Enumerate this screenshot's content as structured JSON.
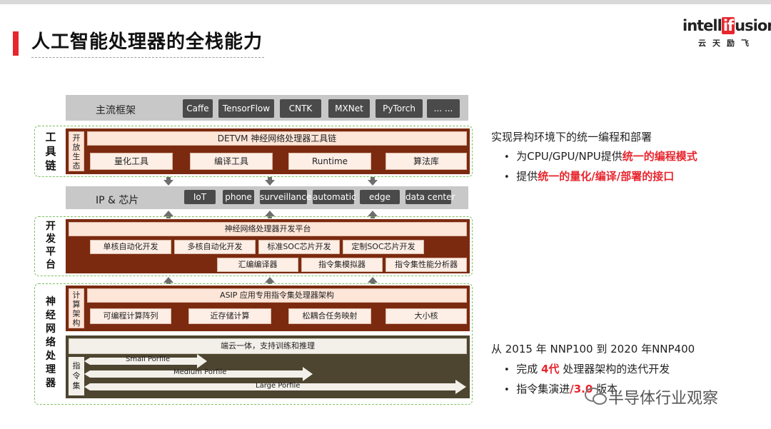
{
  "title": "人工智能处理器的全栈能力",
  "logo": {
    "pre": "intell",
    "mid": "if",
    "post": "usion",
    "sub": "云天励飞"
  },
  "frameworks": {
    "label": "主流框架",
    "items": [
      "Caffe",
      "TensorFlow",
      "CNTK",
      "MXNet",
      "PyTorch",
      "... ..."
    ]
  },
  "toolchain": {
    "side": [
      "工",
      "具",
      "链"
    ],
    "eco": [
      "开",
      "放",
      "生",
      "态"
    ],
    "header": "DETVM 神经网络处理器工具链",
    "tools": [
      "量化工具",
      "编译工具",
      "Runtime",
      "算法库"
    ]
  },
  "ip": {
    "label": "IP & 芯片",
    "items": [
      "IoT",
      "phone",
      "surveillance",
      "automatic",
      "edge",
      "data center"
    ]
  },
  "devplat": {
    "side": [
      "开",
      "发",
      "平",
      "台"
    ],
    "header": "神经网络处理器开发平台",
    "row1": [
      "单核自动化开发",
      "多核自动化开发",
      "标准SOC芯片开发",
      "定制SOC芯片开发"
    ],
    "row2": [
      "汇编编译器",
      "指令集模拟器",
      "指令集性能分析器"
    ]
  },
  "npu": {
    "side": [
      "神",
      "经",
      "网",
      "络",
      "处",
      "理",
      "器"
    ],
    "arch_side": [
      "计",
      "算",
      "架",
      "构"
    ],
    "arch_header": "ASIP 应用专用指令集处理器架构",
    "arch_items": [
      "可编程计算阵列",
      "近存储计算",
      "松耦合任务映射",
      "大小核"
    ],
    "isa_side": [
      "指",
      "令",
      "集"
    ],
    "isa_header": "端云一体，支持训练和推理",
    "profiles": [
      "Small Porfile",
      "Medium Porfile",
      "Large Porfile"
    ]
  },
  "right1": {
    "heading": "实现异构环境下的统一编程和部署",
    "b1_pre": "为CPU/GPU/NPU提供",
    "b1_red": "统一的编程模式",
    "b2_pre": "提供",
    "b2_red": "统一的量化/编译/部署的接口"
  },
  "right2": {
    "heading": "从 2015 年 NNP100 到 2020 年NNP400",
    "b1_pre": "完成 ",
    "b1_red": "4代",
    "b1_post": " 处理器架构的迭代开发",
    "b2_pre": "指令集演进",
    "b2_red": "/3.0",
    "b2_post": " 版本"
  },
  "watermark": "半导体行业观察",
  "bullet_char": "•"
}
